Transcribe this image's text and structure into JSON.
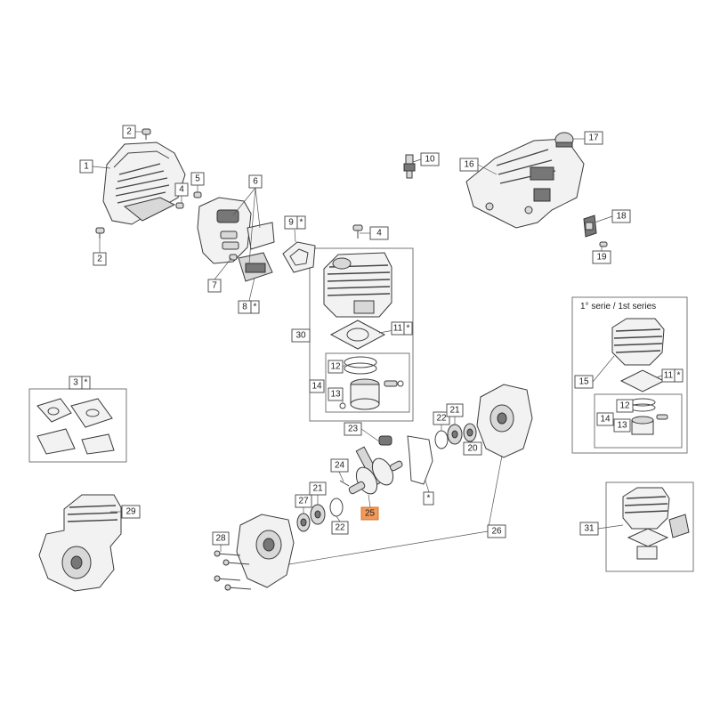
{
  "series_box": {
    "title": "1° serie / 1st series"
  },
  "labels": {
    "l1": "1",
    "l2a": "2",
    "l2b": "2",
    "l3": "3",
    "l4a": "4",
    "l4b": "4",
    "l5": "5",
    "l6": "6",
    "l7": "7",
    "l8": "8",
    "l9": "9",
    "l10": "10",
    "l11": "11",
    "l11s": "11",
    "l12": "12",
    "l12s": "12",
    "l13": "13",
    "l13s": "13",
    "l14": "14",
    "l14s": "14",
    "l15": "15",
    "l16": "16",
    "l17": "17",
    "l18": "18",
    "l19": "19",
    "l20": "20",
    "l21a": "21",
    "l21b": "21",
    "l22a": "22",
    "l22b": "22",
    "l23": "23",
    "l24": "24",
    "l25": "25",
    "l26": "26",
    "l27": "27",
    "l28": "28",
    "l29": "29",
    "l30": "30",
    "l31": "31"
  },
  "asterisk": "*",
  "highlight_label": "25",
  "colors": {
    "highlight": "#f29a5a",
    "stroke": "#3a3a3a"
  }
}
